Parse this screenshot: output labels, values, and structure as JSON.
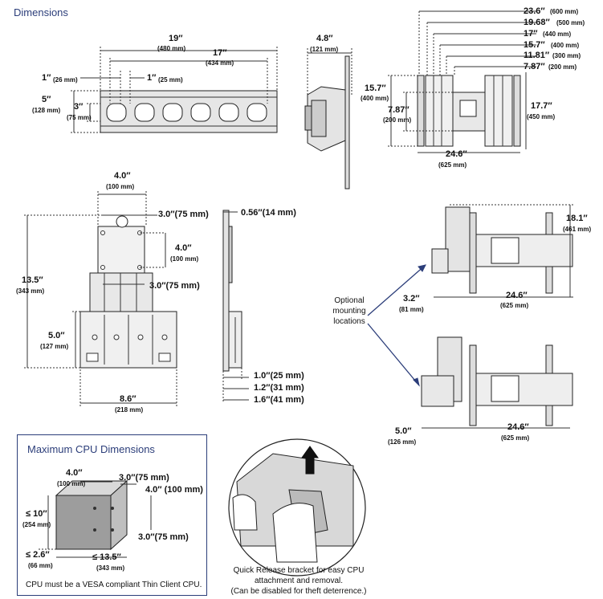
{
  "title": "Dimensions",
  "top_mount": {
    "width": {
      "in": "19″",
      "mm": "(480 mm)"
    },
    "inner": {
      "in": "17″",
      "mm": "(434 mm)"
    },
    "left_off": {
      "in": "1″",
      "mm": "(26 mm)"
    },
    "right_off": {
      "in": "1″",
      "mm": "(25 mm)"
    },
    "height": {
      "in": "5″",
      "mm": "(128 mm)"
    },
    "slot": {
      "in": "3″",
      "mm": "(75 mm)"
    }
  },
  "side_depth": {
    "in": "4.8″",
    "mm": "(121 mm)"
  },
  "vesa_front": {
    "d1": {
      "in": "23.6″",
      "mm": "(600 mm)"
    },
    "d2": {
      "in": "19.68″",
      "mm": "(500 mm)"
    },
    "d3": {
      "in": "17″",
      "mm": "(440 mm)"
    },
    "d4": {
      "in": "15.7″",
      "mm": "(400 mm)"
    },
    "d5": {
      "in": "11.81″",
      "mm": "(300 mm)"
    },
    "d6": {
      "in": "7.87″",
      "mm": "(200 mm)"
    },
    "left_h": {
      "in": "15.7″",
      "mm": "(400 mm)"
    },
    "left_h2": {
      "in": "7.87″",
      "mm": "(200 mm)"
    },
    "right_h": {
      "in": "17.7″",
      "mm": "(450 mm)"
    },
    "width": {
      "in": "24.6″",
      "mm": "(625 mm)"
    }
  },
  "cpu_bracket": {
    "top_w": {
      "in": "4.0″",
      "mm": "(100 mm)"
    },
    "a": {
      "text": "3.0″(75 mm)"
    },
    "b": {
      "in": "4.0″",
      "mm": "(100 mm)"
    },
    "c": {
      "text": "3.0″(75 mm)"
    },
    "height": {
      "in": "13.5″",
      "mm": "(343 mm)"
    },
    "lower": {
      "in": "5.0″",
      "mm": "(127 mm)"
    },
    "width": {
      "in": "8.6″",
      "mm": "(218 mm)"
    }
  },
  "bracket_side": {
    "top": {
      "text": "0.56″(14 mm)"
    },
    "d1": {
      "text": "1.0″(25 mm)"
    },
    "d2": {
      "text": "1.2″(31 mm)"
    },
    "d3": {
      "text": "1.6″(41 mm)"
    }
  },
  "optional": {
    "label": [
      "Optional",
      "mounting",
      "locations"
    ],
    "upper": {
      "h": {
        "in": "18.1″",
        "mm": "(461 mm)"
      },
      "off": {
        "in": "3.2″",
        "mm": "(81 mm)"
      },
      "w": {
        "in": "24.6″",
        "mm": "(625 mm)"
      }
    },
    "lower": {
      "off": {
        "in": "5.0″",
        "mm": "(126 mm)"
      },
      "w": {
        "in": "24.6″",
        "mm": "(625 mm)"
      }
    }
  },
  "cpu_box": {
    "title": "Maximum CPU Dimensions",
    "w1": {
      "in": "4.0″",
      "mm": "(100 mm)"
    },
    "a": {
      "text": "3.0″(75 mm)"
    },
    "b": {
      "text": "4.0″ (100 mm)"
    },
    "h": {
      "in": "≤ 10″",
      "mm": "(254 mm)"
    },
    "c": {
      "text": "3.0″(75 mm)"
    },
    "d": {
      "in": "≤ 2.6″",
      "mm": "(66 mm)"
    },
    "w": {
      "in": "≤ 13.5″",
      "mm": "(343 mm)"
    },
    "note": "CPU must be a VESA compliant Thin Client CPU."
  },
  "quick_release": {
    "lines": [
      "Quick Release bracket for easy CPU",
      "attachment and removal.",
      "(Can be disabled for theft deterrence.)"
    ]
  }
}
